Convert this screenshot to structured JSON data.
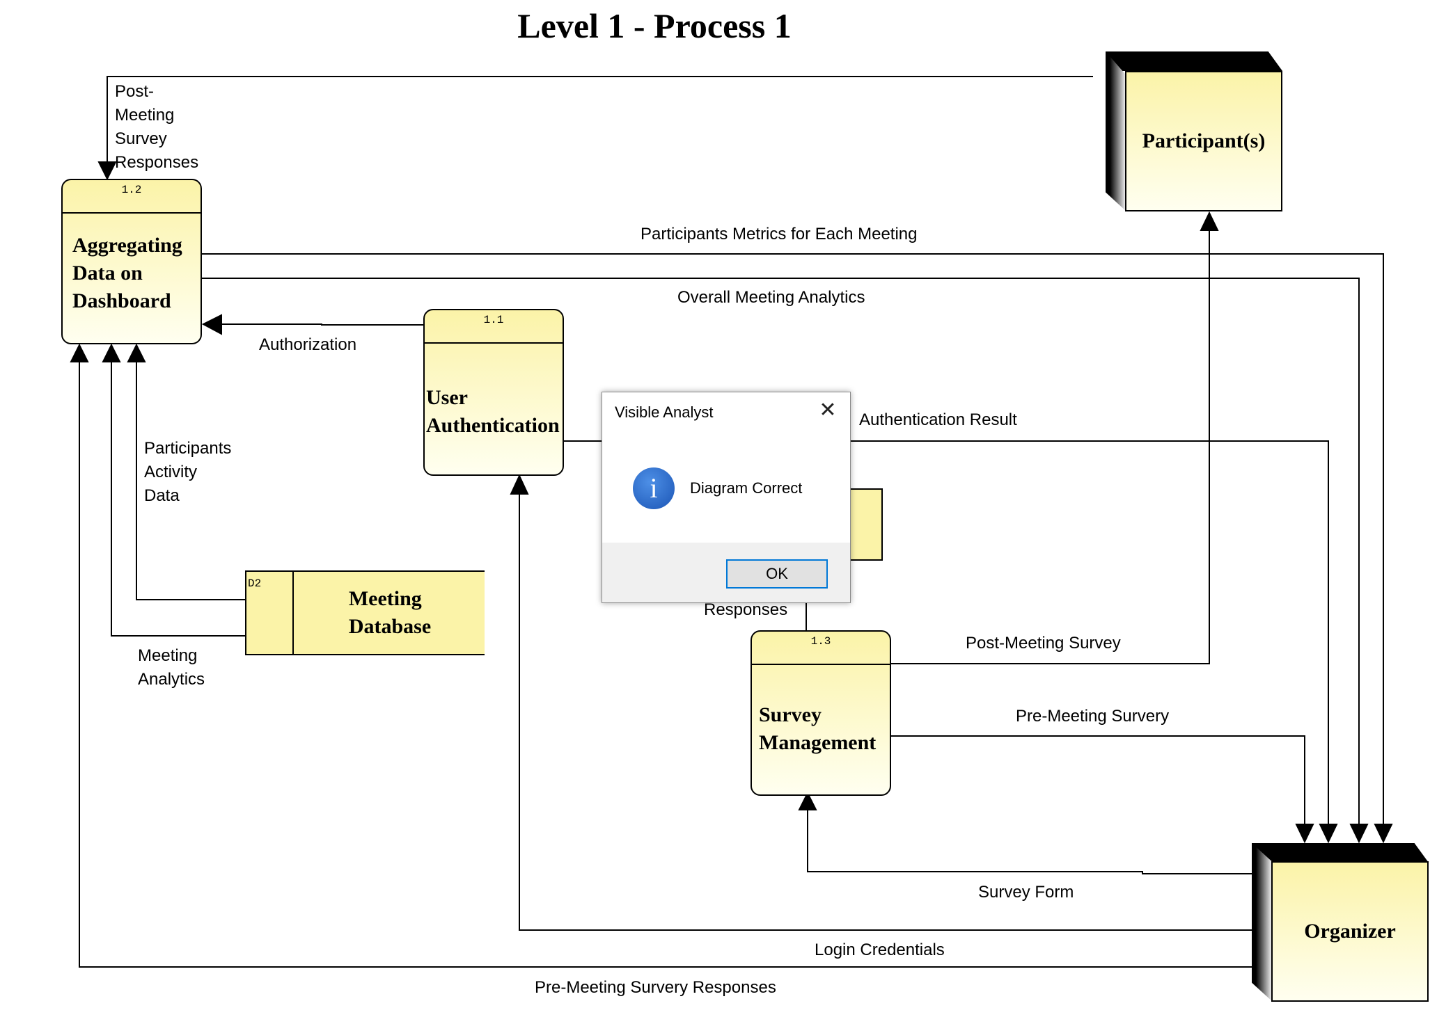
{
  "title": "Level 1 - Process 1",
  "processes": [
    {
      "id": "1.2",
      "name": "Aggregating\nData on\nDashboard"
    },
    {
      "id": "1.1",
      "name": "User\nAuthentication"
    },
    {
      "id": "1.3",
      "name": "Survey\nManagement"
    }
  ],
  "entities": {
    "participants": "Participant(s)",
    "organizer": "Organizer"
  },
  "datastore": {
    "id": "D2",
    "name": "Meeting\nDatabase"
  },
  "flows": {
    "post_meeting_survey_responses": "Post-\nMeeting\nSurvey\nResponses",
    "participants_metrics": "Participants Metrics for Each Meeting",
    "overall_meeting_analytics": "Overall Meeting Analytics",
    "authorization": "Authorization",
    "authentication_result": "Authentication Result",
    "participants_activity_data": "Participants\nActivity\nData",
    "meeting_analytics": "Meeting\nAnalytics",
    "responses": "Responses",
    "post_meeting_survey": "Post-Meeting Survey",
    "pre_meeting_survery": "Pre-Meeting Survery",
    "survey_form": "Survey Form",
    "login_credentials": "Login Credentials",
    "pre_meeting_survery_responses": "Pre-Meeting Survery Responses"
  },
  "dialog": {
    "title": "Visible Analyst",
    "close": "✕",
    "icon": "i",
    "message": "Diagram Correct",
    "ok": "OK"
  },
  "colors": {
    "node_fill": "#fbf3a8",
    "dialog_button_border": "#0078d7",
    "info_icon": "#1b55b5"
  }
}
